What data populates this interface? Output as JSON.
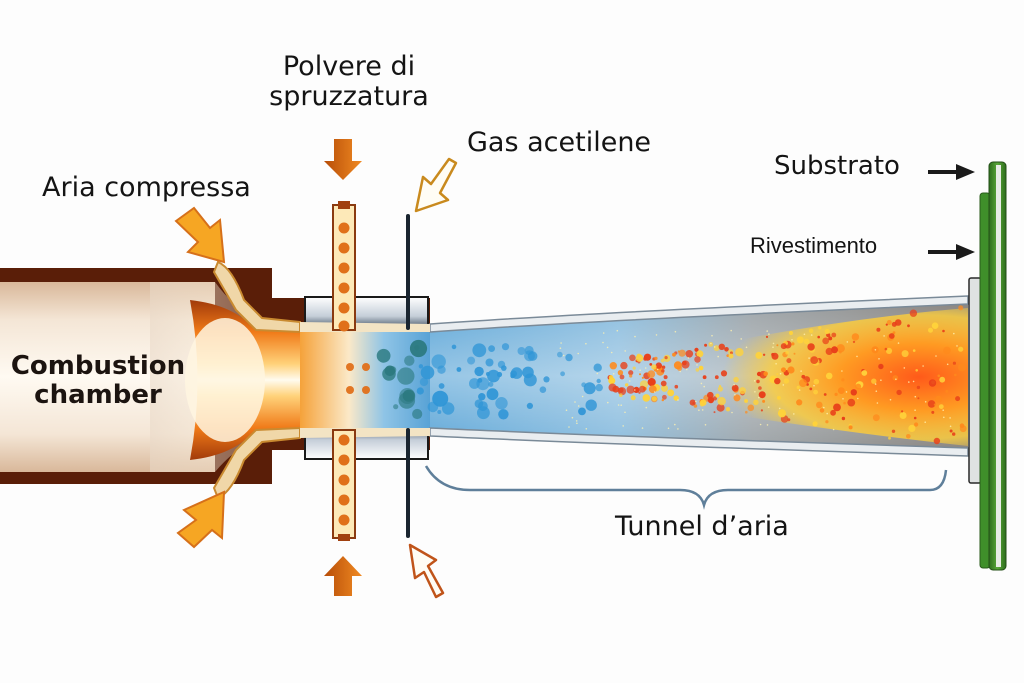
{
  "diagram": {
    "title": "Thermal spray gun schematic",
    "labels": {
      "spray_powder_line1": "Polvere di",
      "spray_powder_line2": "spruzzatura",
      "acetylene_gas": "Gas acetilene",
      "compressed_air": "Aria compressa",
      "combustion_chamber_line1": "Combustion",
      "combustion_chamber_line2": "chamber",
      "substrate": "Substrato",
      "coating": "Rivestimento",
      "air_tunnel": "Tunnel d’aria"
    },
    "colors": {
      "background": "#fdfdfd",
      "text": "#141414",
      "body_dark": "#5a1e08",
      "flame_orange": "#f28a1c",
      "flame_yellow": "#ffd24a",
      "arrow_orange": "#f39a1e",
      "arrow_dark_orange": "#d9650f",
      "powder_dot": "#e0701a",
      "particle_blue": "#2f95d6",
      "particle_teal": "#2c7a80",
      "tunnel_blue": "#6aa9d6",
      "hot_particle_red": "#e8401a",
      "hot_particle_yellow": "#ffd23a",
      "substrate_green": "#3f8f2a",
      "coating_grey": "#d9dcdc",
      "metal_grey": "#b8c2cc",
      "brace_blue": "#5f7f9a"
    }
  }
}
